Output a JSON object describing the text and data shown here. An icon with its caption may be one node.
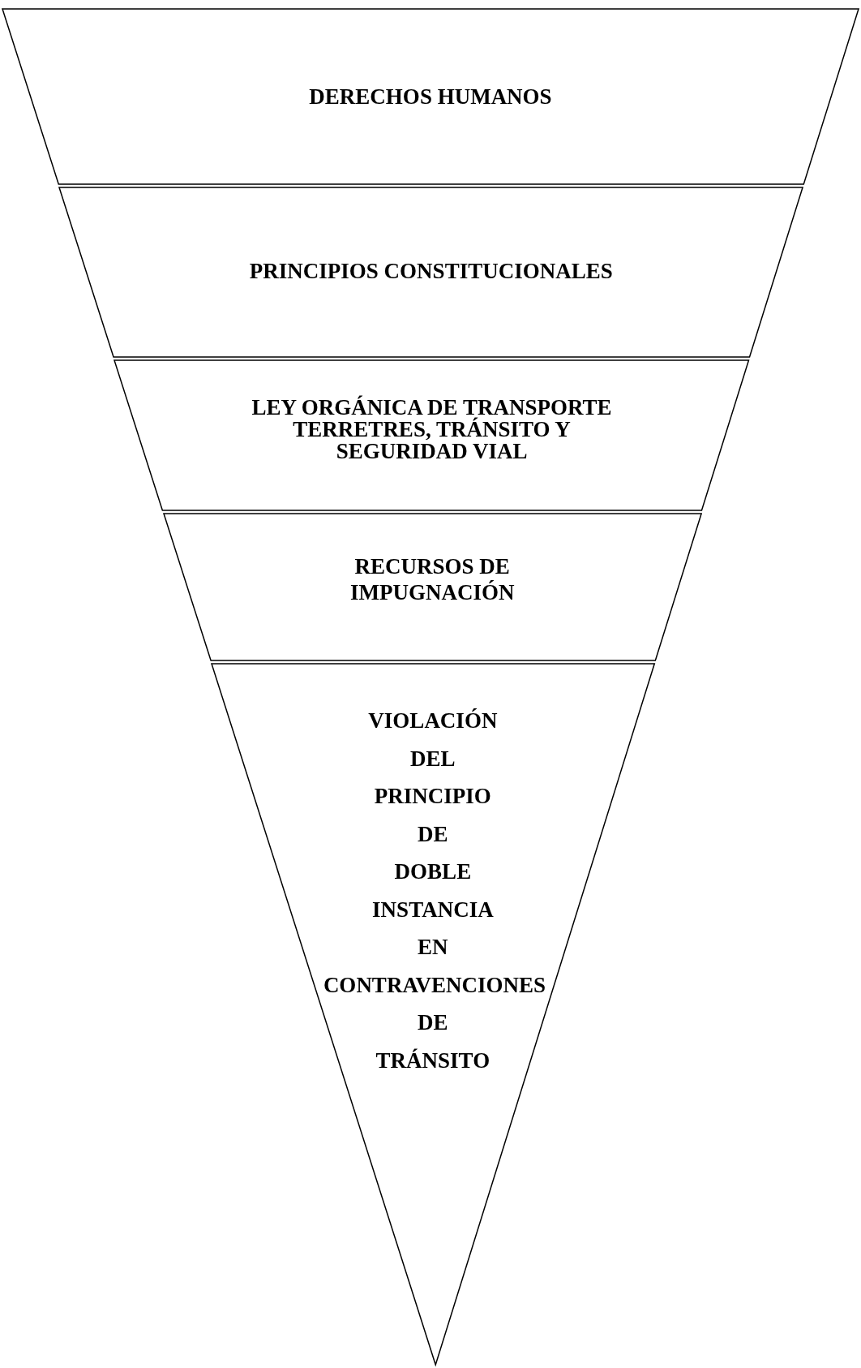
{
  "diagram": {
    "nodes": [
      {
        "text": [
          "DERECHOS HUMANOS"
        ]
      },
      {
        "text": [
          "PRINCIPIOS CONSTITUCIONALES"
        ]
      },
      {
        "text": [
          "LEY ORGÁNICA DE TRANSPORTE TERRETRES, TRÁNSITO Y SEGURIDAD VIAL"
        ]
      },
      {
        "text": [
          "RECURSOS DE IMPUGNACIÓN"
        ]
      },
      {
        "text": [
          "VIOLACIÓN DEL PRINCIPIO DE DOBLE INSTANCIA EN CONTRAVENCIONES DE TRÁNSITO"
        ]
      }
    ]
  }
}
